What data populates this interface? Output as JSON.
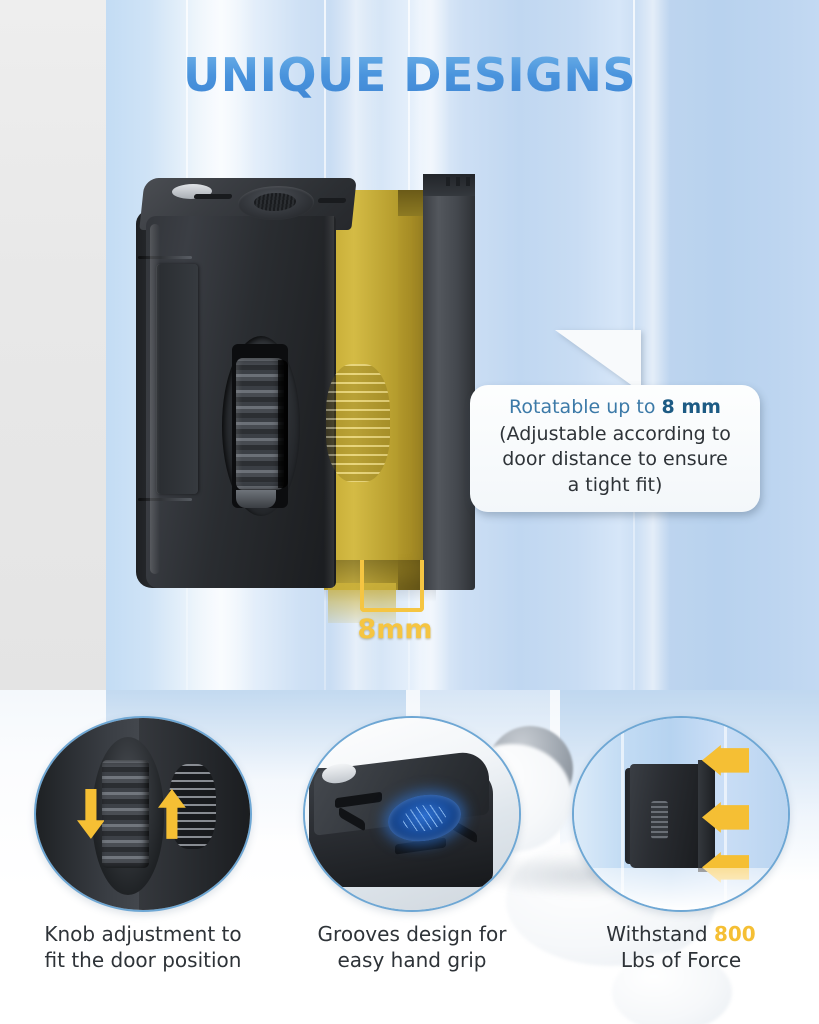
{
  "page": {
    "title": "UNIQUE DESIGNS",
    "background_left_strip_color": "#e8e8e8",
    "background_blue_color": "#bad4ee",
    "accent_blue": "#4a94dd",
    "accent_yellow": "#f5c542",
    "body_text_color": "#2e3338"
  },
  "hero": {
    "product_name": "door-security-lock",
    "measurement_label": "8mm",
    "measurement_color": "#f5c542",
    "callout": {
      "line1_prefix": "Rotatable up to ",
      "line1_value": "8 mm",
      "line2": "(Adjustable according to",
      "line3": "door distance to ensure",
      "line4": "a tight fit)",
      "prefix_color": "#3c7aa8",
      "value_color": "#1d5b84"
    }
  },
  "features": [
    {
      "id": "knob-adjustment",
      "caption_line1": "Knob adjustment to",
      "caption_line2": "fit the door position",
      "highlight": "",
      "icon": "knurled-knob-closeup",
      "arrow_color": "#f5bf34"
    },
    {
      "id": "grooves-grip",
      "caption_line1": "Grooves design for",
      "caption_line2": "easy hand grip",
      "highlight": "",
      "icon": "grooved-top-face",
      "glow_color": "#2d6fd0"
    },
    {
      "id": "force-rating",
      "caption_line1_prefix": "Withstand ",
      "caption_line1_value": "800",
      "caption_line2": "Lbs of Force",
      "highlight": "800",
      "icon": "lock-on-door-with-force-arrows",
      "arrow_color": "#f5bf34"
    }
  ]
}
